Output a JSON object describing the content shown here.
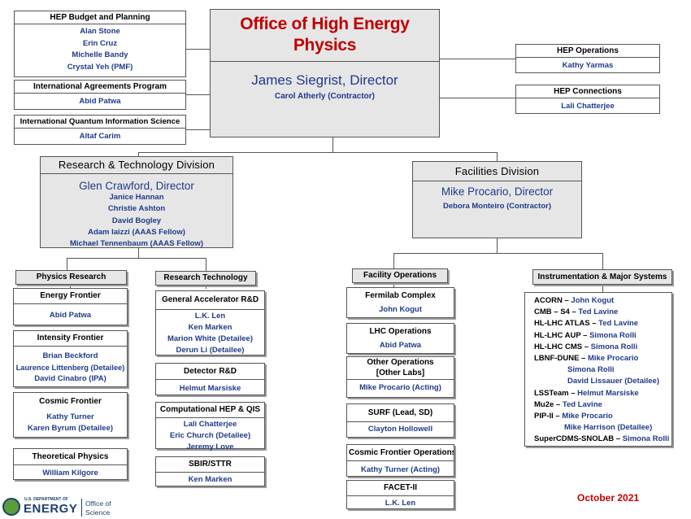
{
  "office": {
    "title": "Office of High Energy Physics",
    "director": "James Siegrist, Director",
    "assistant": "Carol Atherly (Contractor)"
  },
  "left_boxes": [
    {
      "title": "HEP Budget and Planning",
      "names": [
        "Alan Stone",
        "Erin Cruz",
        "Michelle Bandy",
        "Crystal Yeh (PMF)"
      ]
    },
    {
      "title": "International Agreements Program",
      "names": [
        "Abid Patwa"
      ]
    },
    {
      "title": "International Quantum Information Science",
      "names": [
        "Altaf Carim"
      ]
    }
  ],
  "right_boxes": [
    {
      "title": "HEP Operations",
      "names": [
        "Kathy Yarmas"
      ]
    },
    {
      "title": "HEP Connections",
      "names": [
        "Lali Chatterjee"
      ]
    }
  ],
  "research_division": {
    "title": "Research & Technology Division",
    "director": "Glen Crawford, Director",
    "staff": [
      "Janice Hannan",
      "Christie Ashton",
      "David Bogley",
      "Adam Iaizzi (AAAS Fellow)",
      "Michael Tennenbaum (AAAS Fellow)"
    ]
  },
  "facilities_division": {
    "title": "Facilities Division",
    "director": "Mike Procario, Director",
    "assistant": "Debora Monteiro (Contractor)"
  },
  "physics_research": {
    "title": "Physics Research",
    "units": [
      {
        "title": "Energy Frontier",
        "names": [
          "Abid Patwa"
        ]
      },
      {
        "title": "Intensity Frontier",
        "names": [
          "Brian Beckford",
          "Laurence Littenberg (Detailee)",
          "David Cinabro (IPA)"
        ]
      },
      {
        "title": "Cosmic Frontier",
        "names": [
          "Kathy Turner",
          "Karen Byrum (Detailee)"
        ]
      },
      {
        "title": "Theoretical Physics",
        "names": [
          "William Kilgore"
        ]
      }
    ]
  },
  "research_technology": {
    "title": "Research Technology",
    "units": [
      {
        "title": "General Accelerator R&D",
        "names": [
          "L.K. Len",
          "Ken Marken",
          "Marion White (Detailee)",
          "Derun Li (Detailee)"
        ]
      },
      {
        "title": "Detector R&D",
        "names": [
          "Helmut Marsiske"
        ]
      },
      {
        "title": "Computational HEP & QIS",
        "names": [
          "Lali Chatterjee",
          "Eric Church (Detailee)",
          "Jeremy Love"
        ]
      },
      {
        "title": "SBIR/STTR",
        "names": [
          "Ken Marken"
        ]
      }
    ]
  },
  "facility_operations": {
    "title": "Facility Operations",
    "units": [
      {
        "title": "Fermilab Complex",
        "names": [
          "John Kogut"
        ]
      },
      {
        "title": "LHC Operations",
        "names": [
          "Abid Patwa"
        ]
      },
      {
        "title": "Other Operations\n[Other Labs]",
        "names": [
          "Mike Procario (Acting)"
        ]
      },
      {
        "title": "SURF (Lead, SD)",
        "names": [
          "Clayton Hollowell"
        ]
      },
      {
        "title": "Cosmic Frontier Operations",
        "names": [
          "Kathy Turner (Acting)"
        ]
      },
      {
        "title": "FACET-II",
        "names": [
          "L.K. Len"
        ]
      }
    ]
  },
  "instrumentation": {
    "title": "Instrumentation & Major Systems",
    "lines": [
      {
        "label": "ACORN",
        "sep": " – ",
        "names": "John Kogut"
      },
      {
        "label": "CMB – S4",
        "sep": " – ",
        "names": "Ted Lavine"
      },
      {
        "label": "HL-LHC ATLAS",
        "sep": " – ",
        "names": "Ted Lavine"
      },
      {
        "label": "HL-LHC AUP",
        "sep": " – ",
        "names": "Simona Rolli"
      },
      {
        "label": "HL-LHC CMS",
        "sep": " – ",
        "names": "Simona Rolli"
      },
      {
        "label": "LBNF-DUNE",
        "sep": " – ",
        "names": "Mike Procario"
      },
      {
        "label": "",
        "sep": "",
        "names": "Simona Rolli"
      },
      {
        "label": "",
        "sep": "",
        "names": "David Lissauer (Detailee)"
      },
      {
        "label": "LSSTeam",
        "sep": " – ",
        "names": "Helmut Marsiske"
      },
      {
        "label": "Mu2e",
        "sep": " – ",
        "names": "Ted Lavine"
      },
      {
        "label": "PIP-II",
        "sep": " – ",
        "names": "Mike Procario"
      },
      {
        "label": "",
        "sep": "",
        "names": "Mike Harrison (Detailee)"
      },
      {
        "label": "SuperCDMS-SNOLAB",
        "sep": " – ",
        "names": "Simona Rolli"
      }
    ]
  },
  "footer": {
    "date": "October 2021",
    "logo_small": "U.S. DEPARTMENT OF",
    "logo_big": "ENERGY",
    "logo_office": "Office of",
    "logo_science": "Science"
  },
  "colors": {
    "title_red": "#c00000",
    "name_blue": "#1f3a8a",
    "logo_green": "#5a9e3a",
    "logo_navy": "#1d3f6e"
  }
}
